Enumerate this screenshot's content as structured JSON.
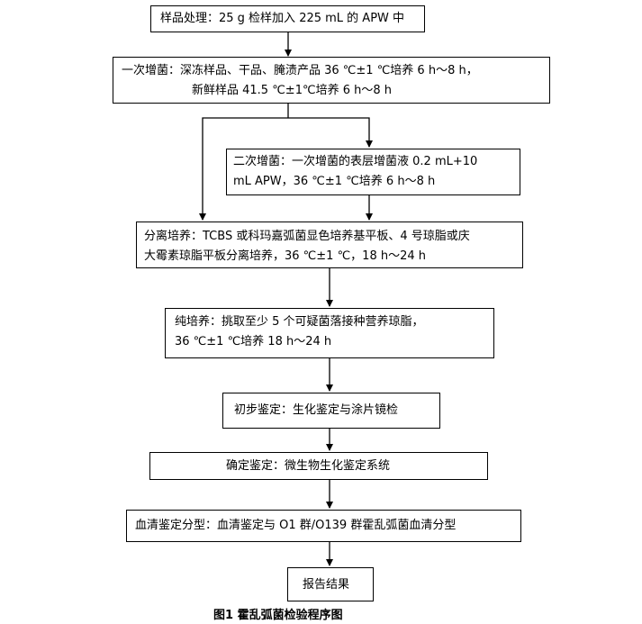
{
  "steps": {
    "sample_processing": "样品处理：25 g 检样加入 225 mL 的 APW 中",
    "first_enrichment": {
      "line1": "一次增菌：深冻样品、干品、腌渍产品 36 ℃±1 ℃培养 6 h～8 h，",
      "line2": "新鲜样品 41.5 ℃±1℃培养 6 h～8 h"
    },
    "second_enrichment": {
      "line1": "二次增菌：一次增菌的表层增菌液 0.2 mL+10",
      "line2": "mL APW，36 ℃±1 ℃培养 6 h～8 h"
    },
    "isolation_culture": {
      "line1": "分离培养：TCBS 或科玛嘉弧菌显色培养基平板、4 号琼脂或庆",
      "line2": "大霉素琼脂平板分离培养，36 ℃±1 ℃，18 h～24 h"
    },
    "pure_culture": {
      "line1": "纯培养：挑取至少 5 个可疑菌落接种营养琼脂，",
      "line2": "36 ℃±1 ℃培养 18 h～24 h"
    },
    "preliminary_identification": "初步鉴定：生化鉴定与涂片镜检",
    "confirmation_identification": "确定鉴定：微生物生化鉴定系统",
    "serotyping": "血清鉴定分型：血清鉴定与 O1 群/O139 群霍乱弧菌血清分型",
    "report": "报告结果"
  },
  "caption": "图1  霍乱弧菌检验程序图"
}
